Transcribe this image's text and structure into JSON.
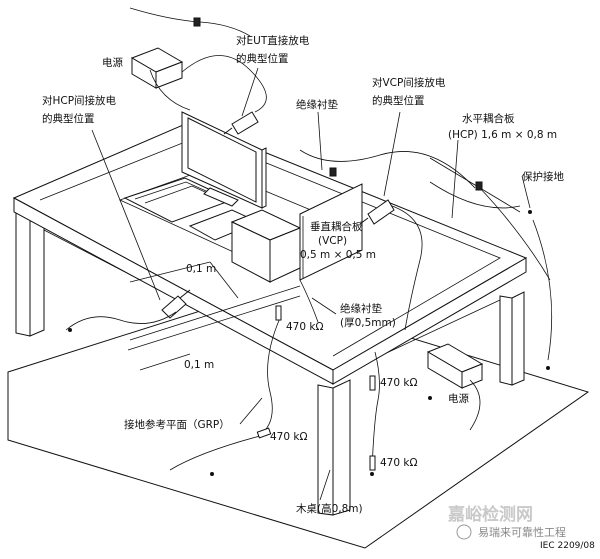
{
  "labels": {
    "power_top": "电源",
    "eut_direct_1": "对EUT直接放电",
    "eut_direct_2": "的典型位置",
    "hcp_indirect_1": "对HCP间接放电",
    "hcp_indirect_2": "的典型位置",
    "insulating_pad_top": "绝缘衬垫",
    "vcp_indirect_1": "对VCP间接放电",
    "vcp_indirect_2": "的典型位置",
    "hcp_1": "水平耦合板",
    "hcp_2": "(HCP) 1,6 m × 0,8 m",
    "protective_ground": "保护接地",
    "vcp_1": "垂直耦合板",
    "vcp_2": "(VCP)",
    "vcp_3": "0,5 m × 0,5 m",
    "dist_01_upper": "0,1 m",
    "dist_01_lower": "0,1 m",
    "insulating_pad_1": "绝缘衬垫",
    "insulating_pad_2": "(厚0,5mm)",
    "res_470_a": "470 kΩ",
    "res_470_b": "470 kΩ",
    "res_470_c": "470 kΩ",
    "res_470_d": "470 kΩ",
    "power_bottom": "电源",
    "grp": "接地参考平面（GRP）",
    "table": "木桌(高0,8m)",
    "iec": "IEC  2209/08"
  },
  "watermark": {
    "line1": "嘉峪检测网",
    "line2": "易瑞来可靠性工程"
  }
}
